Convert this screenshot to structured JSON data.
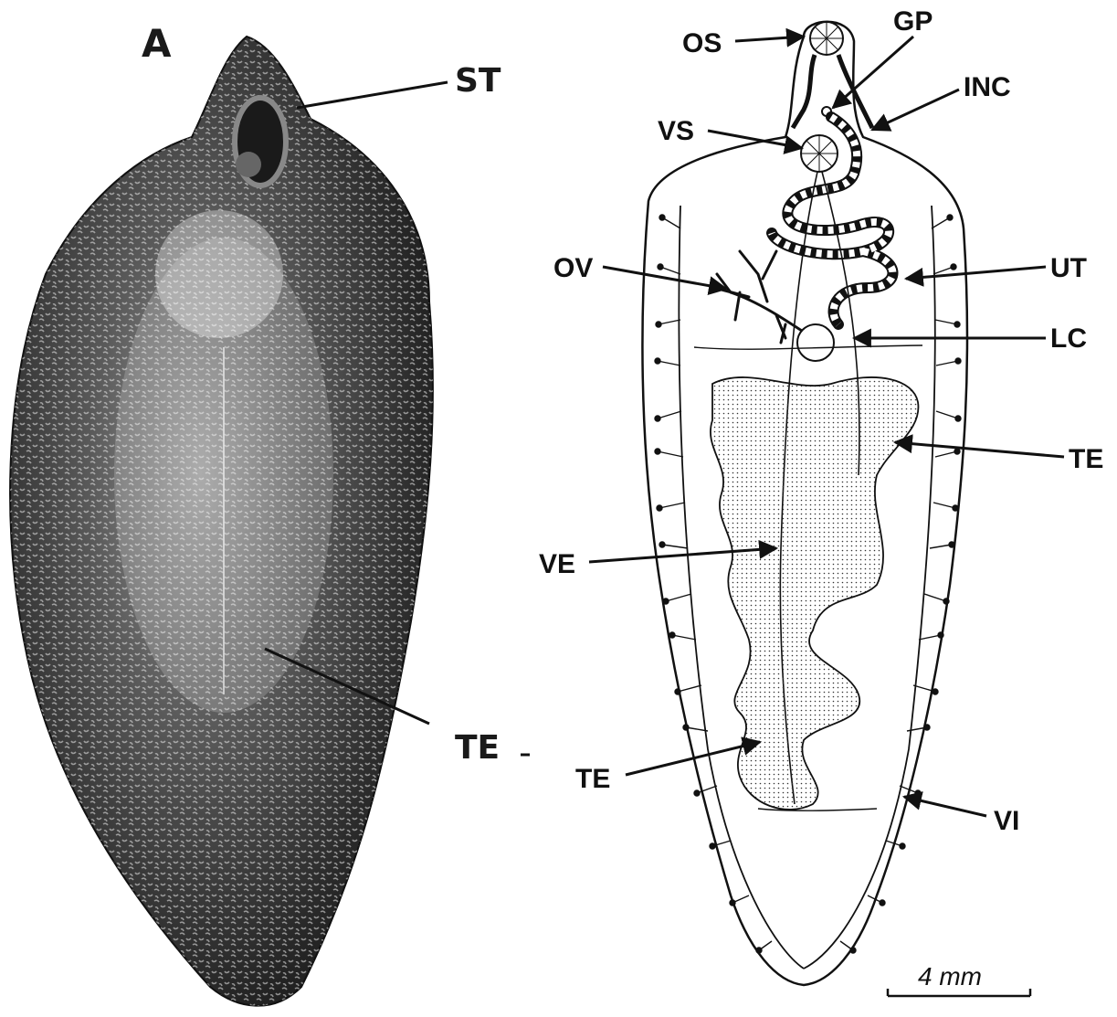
{
  "panel_left": {
    "panel_letter": "A",
    "labels": {
      "st": "ST",
      "te": "TE"
    }
  },
  "panel_right": {
    "labels": {
      "os": "OS",
      "gp": "GP",
      "inc": "INC",
      "vs": "VS",
      "ov": "OV",
      "ut": "UT",
      "lc": "LC",
      "te_right": "TE",
      "ve": "VE",
      "te_left": "TE",
      "vi": "VI"
    },
    "scale_bar": "4 mm"
  }
}
